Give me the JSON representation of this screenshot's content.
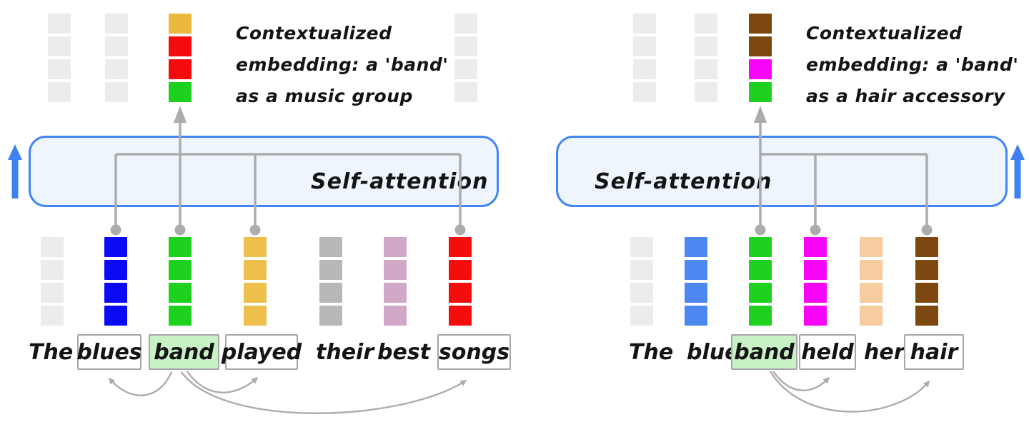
{
  "palette": {
    "ghost": "#ececec",
    "connector": "#acacac",
    "box_border": "#4285f4",
    "box_fill": "#eff5fc",
    "arrow_blue": "#4080f0",
    "word_box_border": "#a6a6a6",
    "band_highlight": "#c8f2c5"
  },
  "left": {
    "caption_lines": [
      "Contextualized",
      "embedding: a 'band'",
      "as a music group"
    ],
    "attention_label": "Self-attention",
    "output_colors": [
      "#eab93d",
      "#f50d0d",
      "#f50d0d",
      "#1fd11f"
    ],
    "sentence": [
      {
        "word": "The",
        "boxed": false,
        "color": "#ececec"
      },
      {
        "word": "blues",
        "boxed": true,
        "color": "#0a0af5"
      },
      {
        "word": "band",
        "boxed": true,
        "highlighted": true,
        "color": "#1fd11f"
      },
      {
        "word": "played",
        "boxed": true,
        "color": "#ecc04a"
      },
      {
        "word": "their",
        "boxed": false,
        "color": "#b7b7b7"
      },
      {
        "word": "best",
        "boxed": false,
        "color": "#d2a8c8"
      },
      {
        "word": "songs",
        "boxed": true,
        "color": "#f50d0d"
      }
    ]
  },
  "right": {
    "caption_lines": [
      "Contextualized",
      "embedding: a 'band'",
      "as a hair accessory"
    ],
    "attention_label": "Self-attention",
    "output_colors": [
      "#7c480f",
      "#7c480f",
      "#f804f8",
      "#1fd11f"
    ],
    "sentence": [
      {
        "word": "The",
        "boxed": false,
        "color": "#ececec"
      },
      {
        "word": "blue",
        "boxed": false,
        "color": "#4d87f0"
      },
      {
        "word": "band",
        "boxed": true,
        "highlighted": true,
        "color": "#1fd11f"
      },
      {
        "word": "held",
        "boxed": true,
        "color": "#f804f8"
      },
      {
        "word": "her",
        "boxed": false,
        "color": "#f6cd9f"
      },
      {
        "word": "hair",
        "boxed": true,
        "color": "#7c480f"
      }
    ]
  }
}
